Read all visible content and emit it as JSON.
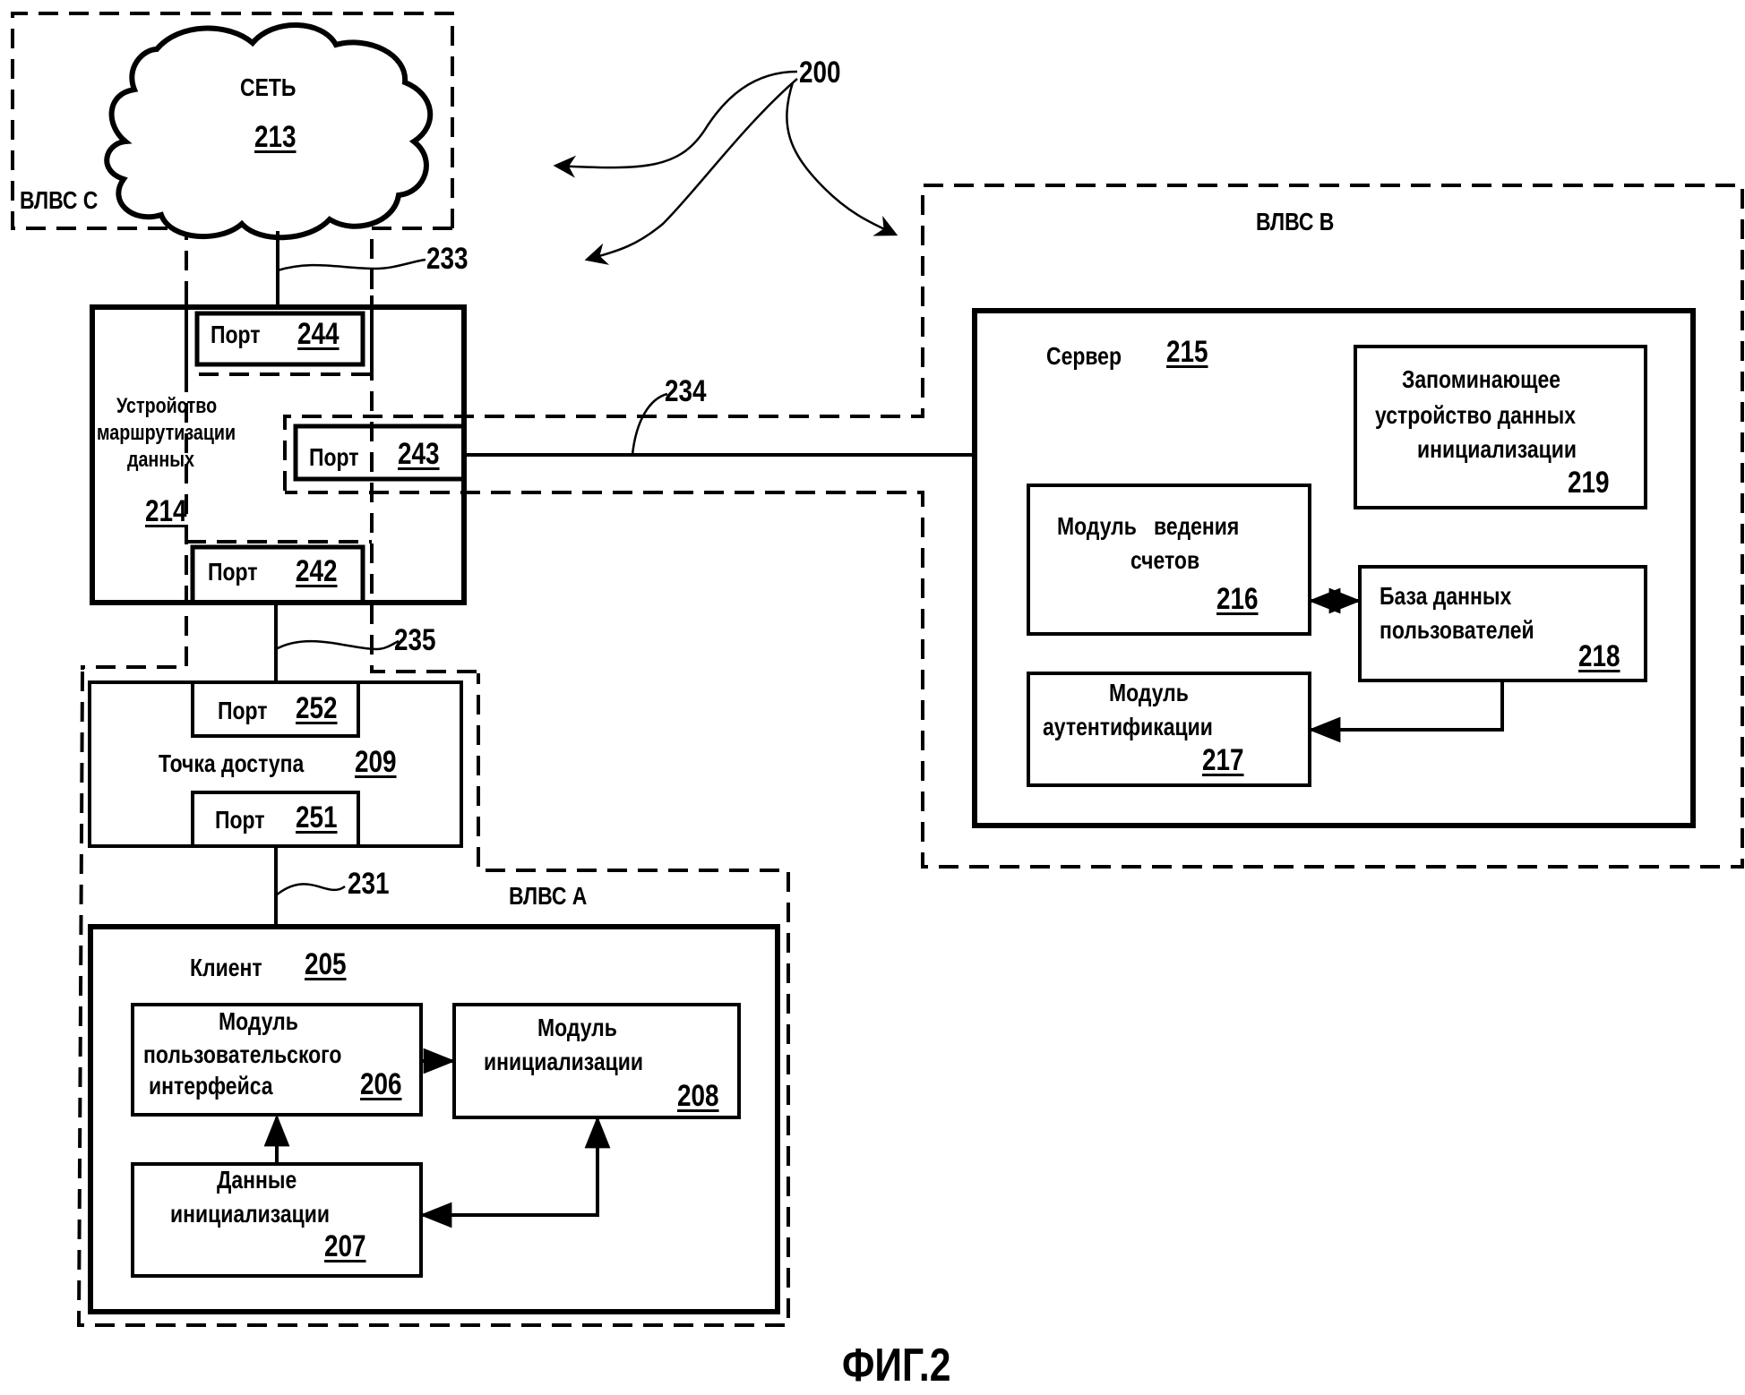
{
  "figure": {
    "reference_number": "200",
    "caption": "ФИГ.2"
  },
  "zones": {
    "wlan_c": "ВЛВС C",
    "wlan_b": "ВЛВС B",
    "wlan_a": "ВЛВС A"
  },
  "network": {
    "label": "СЕТЬ",
    "number": "213"
  },
  "router": {
    "label_lines": [
      "Устройство",
      "маршрутизации",
      "данных"
    ],
    "number": "214",
    "ports": [
      {
        "label": "Порт",
        "number": "244"
      },
      {
        "label": "Порт",
        "number": "243"
      },
      {
        "label": "Порт",
        "number": "242"
      }
    ]
  },
  "access_point": {
    "label": "Точка доступа",
    "number": "209",
    "ports": [
      {
        "label": "Порт",
        "number": "252"
      },
      {
        "label": "Порт",
        "number": "251"
      }
    ]
  },
  "links": {
    "l233": "233",
    "l234": "234",
    "l235": "235",
    "l231": "231"
  },
  "client": {
    "label": "Клиент",
    "number": "205",
    "modules": {
      "ui": {
        "lines": [
          "Модуль",
          "пользовательского",
          "интерфейса"
        ],
        "number": "206"
      },
      "init_module": {
        "lines": [
          "Модуль",
          "инициализации"
        ],
        "number": "208"
      },
      "init_data": {
        "lines": [
          "Данные",
          "инициализации"
        ],
        "number": "207"
      }
    }
  },
  "server": {
    "label": "Сервер",
    "number": "215",
    "modules": {
      "storage": {
        "lines": [
          "Запоминающее",
          "устройство данных",
          "инициализации"
        ],
        "number": "219"
      },
      "accounting": {
        "lines": [
          "Модуль   ведения",
          "счетов"
        ],
        "number": "216"
      },
      "user_db": {
        "lines": [
          "База данных",
          "пользователей"
        ],
        "number": "218"
      },
      "auth": {
        "lines": [
          "Модуль",
          "аутентификации"
        ],
        "number": "217"
      }
    }
  }
}
